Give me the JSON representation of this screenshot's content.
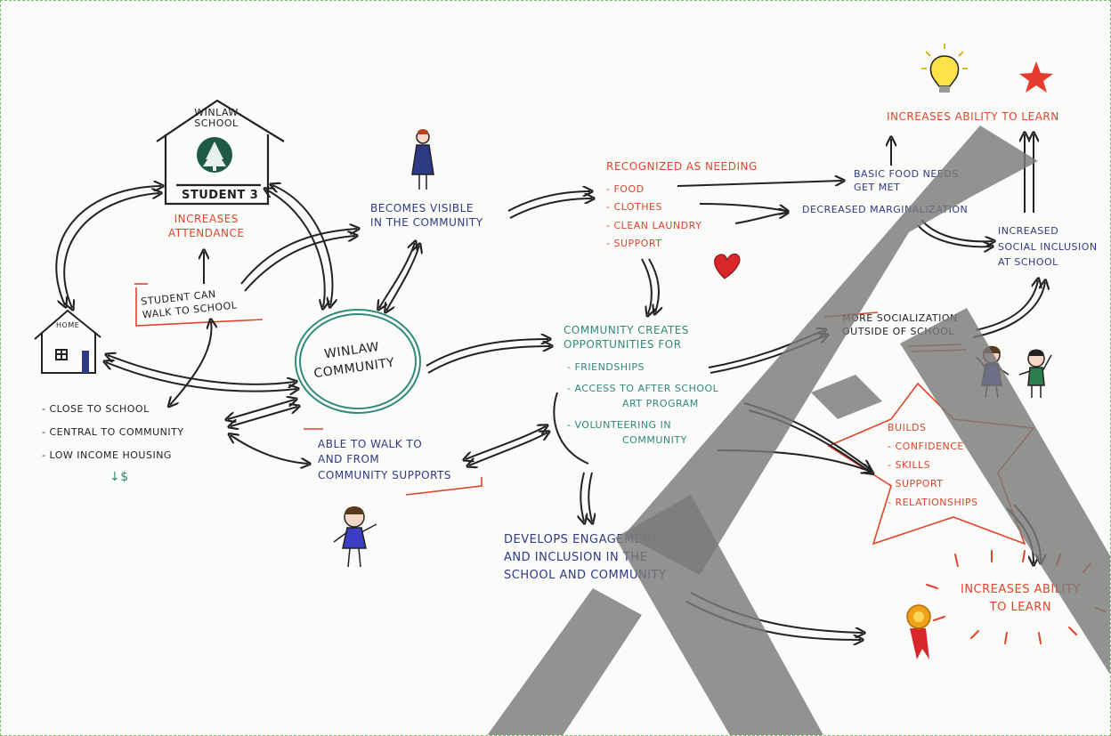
{
  "school": {
    "name": "Winlaw School",
    "student": "Student 3",
    "effect": [
      "Increases",
      "Attendance"
    ]
  },
  "home": {
    "label": "Home",
    "attributes": [
      "- Close to school",
      "- Central to community",
      "- Low income housing"
    ],
    "low_income_note": "↓$"
  },
  "walk_to_school": [
    "Student can",
    "walk to school"
  ],
  "community": [
    "Winlaw",
    "Community"
  ],
  "visible": [
    "Becomes visible",
    "in the community"
  ],
  "able_to_walk": [
    "Able to walk to",
    "and from",
    "community supports"
  ],
  "needs": {
    "title": "Recognized as needing",
    "items": [
      "- Food",
      "- Clothes",
      "- Clean laundry",
      "- Support"
    ]
  },
  "basic_food": [
    "Basic food needs",
    "get met"
  ],
  "decreased_marginalization": "Decreased marginalization",
  "increased_social": [
    "Increased",
    "social inclusion",
    "at school"
  ],
  "increases_ability_top": "Increases ability to learn",
  "opportunities": {
    "title": [
      "Community creates",
      "opportunities for"
    ],
    "items": [
      "- Friendships",
      "- Access to after school",
      "art program",
      "- Volunteering in",
      "community"
    ]
  },
  "socialization": [
    "More socialization",
    "outside of school"
  ],
  "builds": {
    "title": "Builds",
    "items": [
      "- Confidence",
      "- Skills",
      "- Support",
      "- Relationships"
    ]
  },
  "engagement": [
    "Develops engagement",
    "and inclusion in the",
    "school and community"
  ],
  "increases_ability_bottom": [
    "Increases ability",
    "to learn"
  ],
  "colors": {
    "red": "#e0442c",
    "blue": "#2e3a86",
    "teal": "#2f8a7a",
    "watermark": "#7a7a7a"
  }
}
